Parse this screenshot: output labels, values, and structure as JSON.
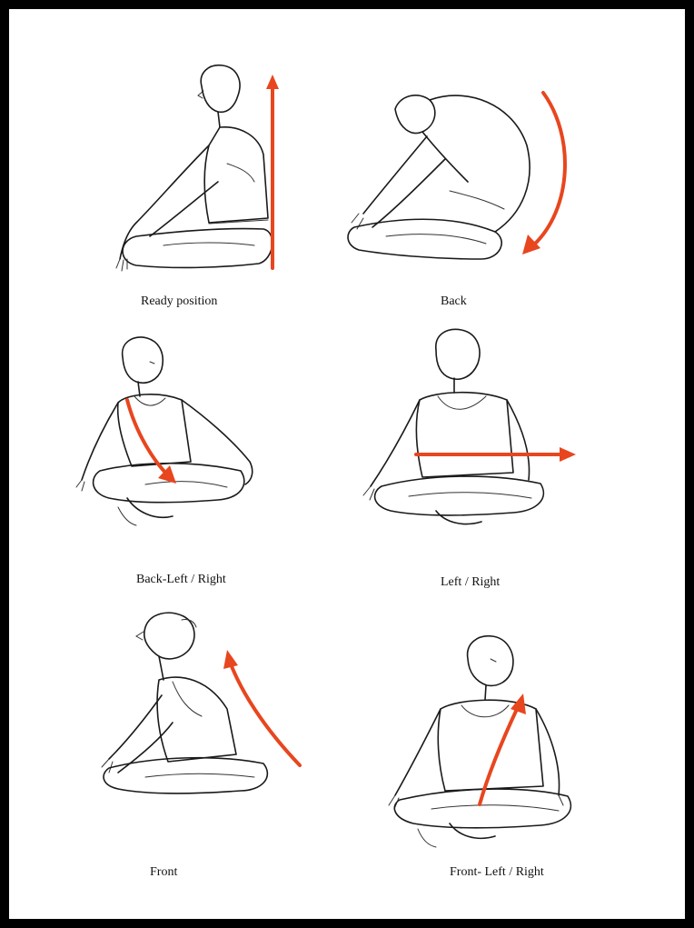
{
  "colors": {
    "border": "#000000",
    "page": "#ffffff",
    "arrow": "#e8461f",
    "ink": "#1a1a1a"
  },
  "figures": [
    {
      "id": "ready",
      "caption": "Ready position",
      "arrow": "up-arrow-icon"
    },
    {
      "id": "back",
      "caption": "Back",
      "arrow": "curved-down-arrow-icon"
    },
    {
      "id": "back-left-right",
      "caption": "Back-Left / Right",
      "arrow": "diagonal-curved-arrow-icon"
    },
    {
      "id": "left-right",
      "caption": "Left / Right",
      "arrow": "right-arrow-icon"
    },
    {
      "id": "front",
      "caption": "Front",
      "arrow": "curved-up-arrow-icon"
    },
    {
      "id": "front-left-right",
      "caption": "Front- Left / Right",
      "arrow": "curved-up-diagonal-arrow-icon"
    }
  ]
}
